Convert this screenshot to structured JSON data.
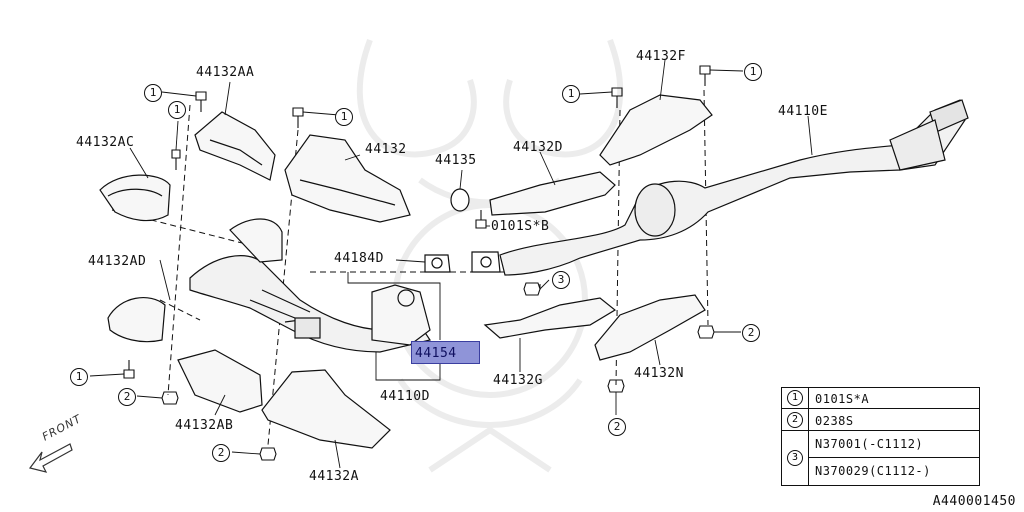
{
  "figure": {
    "figure_number": "A440001450",
    "front_label": "FRONT",
    "highlighted_part": "44154"
  },
  "part_labels": {
    "p44132AA": "44132AA",
    "p44132AC": "44132AC",
    "p44132": "44132",
    "p44132AD": "44132AD",
    "p44132AB": "44132AB",
    "p44132A": "44132A",
    "p44110D": "44110D",
    "p44184D": "44184D",
    "p44135": "44135",
    "p44132D": "44132D",
    "p0101SB": "0101S*B",
    "p44132F": "44132F",
    "p44110E": "44110E",
    "p44132G": "44132G",
    "p44132N": "44132N"
  },
  "callouts": {
    "c1": "1",
    "c2": "2",
    "c3": "3"
  },
  "legend": {
    "rows": [
      {
        "num": "1",
        "text": "0101S*A"
      },
      {
        "num": "2",
        "text": "0238S"
      },
      {
        "num": "3",
        "text": "N37001(-C1112)"
      },
      {
        "num": "",
        "text": "N370029(C1112-)"
      }
    ]
  }
}
